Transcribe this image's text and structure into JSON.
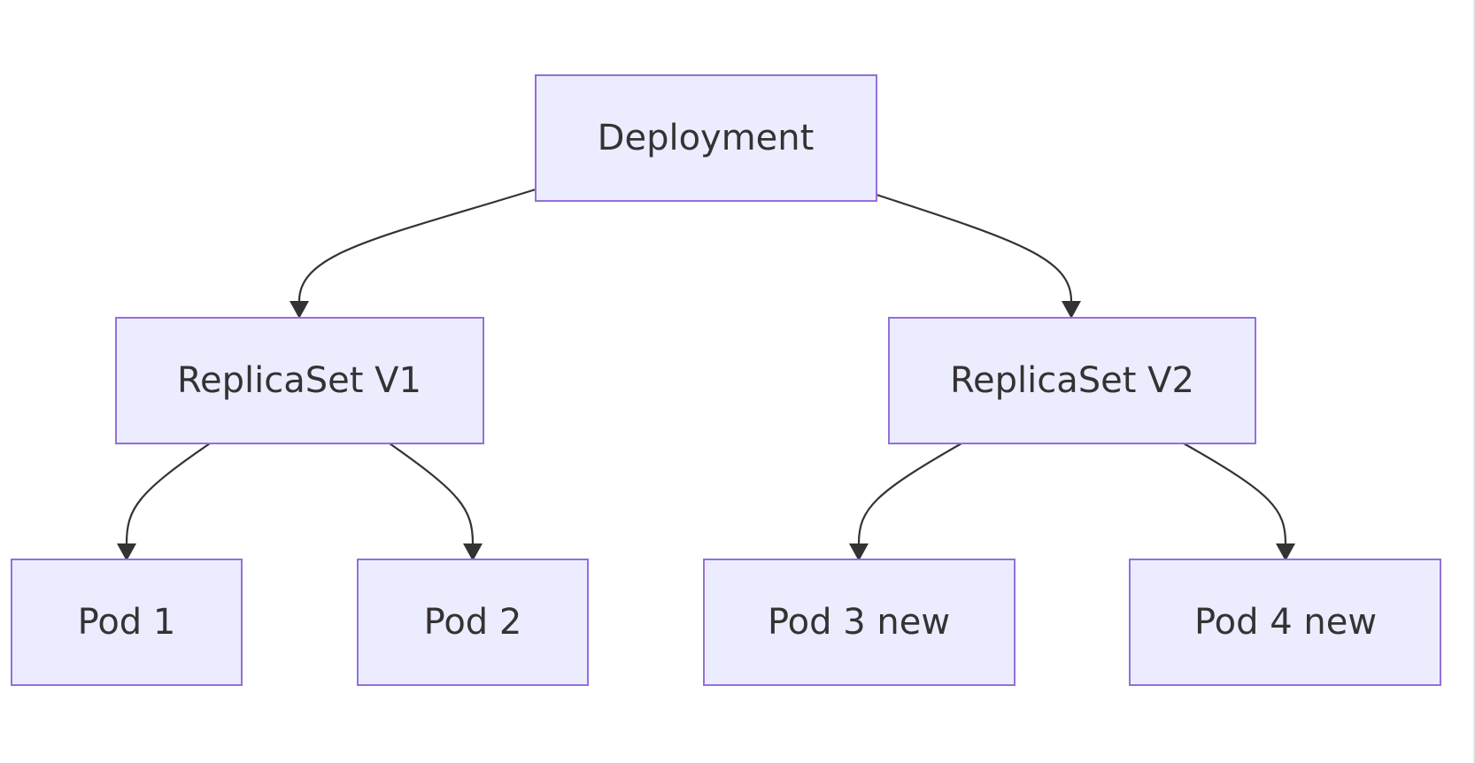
{
  "diagram": {
    "nodes": {
      "deployment": "Deployment",
      "rs1": "ReplicaSet V1",
      "rs2": "ReplicaSet V2",
      "pod1": "Pod 1",
      "pod2": "Pod 2",
      "pod3": "Pod 3 new",
      "pod4": "Pod 4 new"
    },
    "edges": [
      [
        "deployment",
        "rs1"
      ],
      [
        "deployment",
        "rs2"
      ],
      [
        "rs1",
        "pod1"
      ],
      [
        "rs1",
        "pod2"
      ],
      [
        "rs2",
        "pod3"
      ],
      [
        "rs2",
        "pod4"
      ]
    ],
    "colors": {
      "node_fill": "#ECECFF",
      "node_stroke": "#9370DB",
      "edge": "#333333",
      "text": "#333333"
    }
  }
}
